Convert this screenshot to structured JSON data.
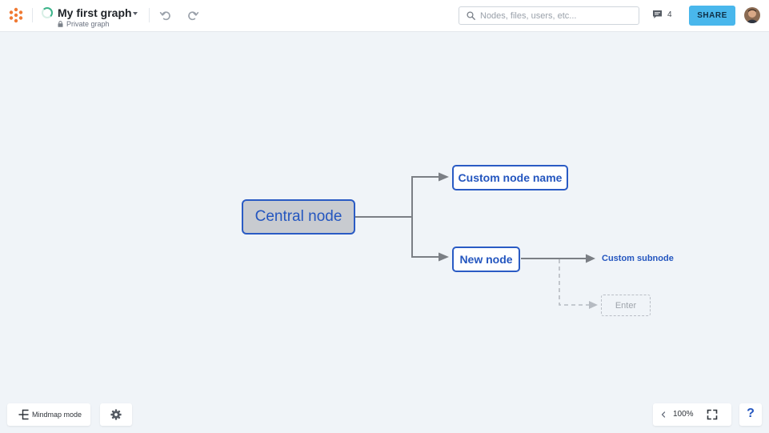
{
  "header": {
    "title": "My first graph",
    "privacy": "Private graph",
    "comments_count": "4",
    "share_label": "SHARE"
  },
  "search": {
    "placeholder": "Nodes, files, users, etc..."
  },
  "mindmap": {
    "central": "Central node",
    "children": [
      "Custom node name",
      "New node"
    ],
    "subnode": "Custom subnode",
    "new_input_placeholder": "Enter"
  },
  "footer": {
    "mode_label": "Mindmap mode",
    "zoom": "100%",
    "help_glyph": "?"
  },
  "colors": {
    "accent": "#2456bf",
    "share": "#49b7ec",
    "logo": "#f07a34",
    "canvas": "#f0f4f8"
  },
  "icons": [
    "logo-icon",
    "loading-spinner-icon",
    "chevron-down-icon",
    "lock-icon",
    "undo-icon",
    "redo-icon",
    "search-icon",
    "comment-icon",
    "avatar",
    "mindmap-mode-icon",
    "gear-icon",
    "chevron-left-icon",
    "fullscreen-icon",
    "help-icon"
  ]
}
